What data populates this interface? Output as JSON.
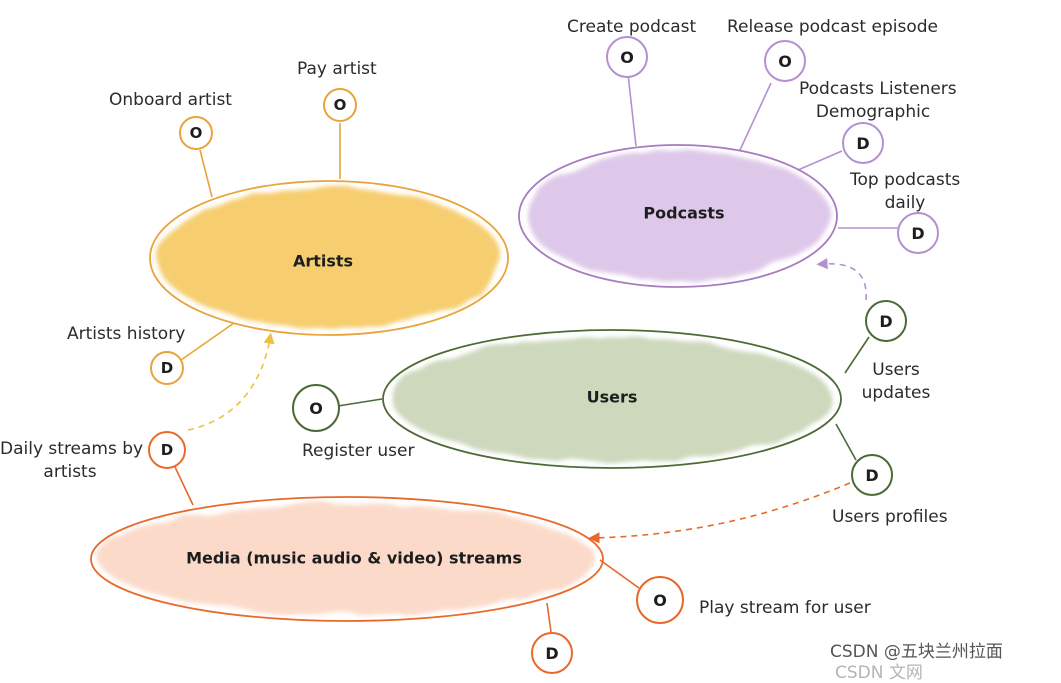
{
  "domains": {
    "artists": {
      "title": "Artists",
      "color": "#e8a43a",
      "fill": "#f5c659"
    },
    "podcasts": {
      "title": "Podcasts",
      "color": "#a77bbf",
      "fill": "#d9bfe6"
    },
    "users": {
      "title": "Users",
      "color": "#4b6a35",
      "fill": "#c8d4b6"
    },
    "media": {
      "title": "Media (music audio & video) streams",
      "color": "#e8692b",
      "fill": "#fbd2bd"
    }
  },
  "nodes": {
    "onboard_artist": {
      "badge": "O",
      "label": "Onboard artist"
    },
    "pay_artist": {
      "badge": "O",
      "label": "Pay artist"
    },
    "artists_history": {
      "badge": "D",
      "label": "Artists history"
    },
    "create_podcast": {
      "badge": "O",
      "label": "Create podcast"
    },
    "release_episode": {
      "badge": "O",
      "label": "Release podcast episode"
    },
    "podcasts_demographic": {
      "badge": "D",
      "label_line1": "Podcasts Listeners",
      "label_line2": "Demographic"
    },
    "top_podcasts": {
      "badge": "D",
      "label_line1": "Top podcasts",
      "label_line2": "daily"
    },
    "users_updates": {
      "badge": "D",
      "label_line1": "Users",
      "label_line2": "updates"
    },
    "register_user": {
      "badge": "O",
      "label": "Register user"
    },
    "users_profiles": {
      "badge": "D",
      "label": "Users profiles"
    },
    "daily_streams": {
      "badge": "D",
      "label_line1": "Daily streams by",
      "label_line2": "artists"
    },
    "play_stream": {
      "badge": "O",
      "label": "Play stream for user"
    },
    "media_output": {
      "badge": "D"
    }
  },
  "watermark": {
    "text": "CSDN @五块兰州拉面",
    "text2": "CSDN 文网"
  }
}
